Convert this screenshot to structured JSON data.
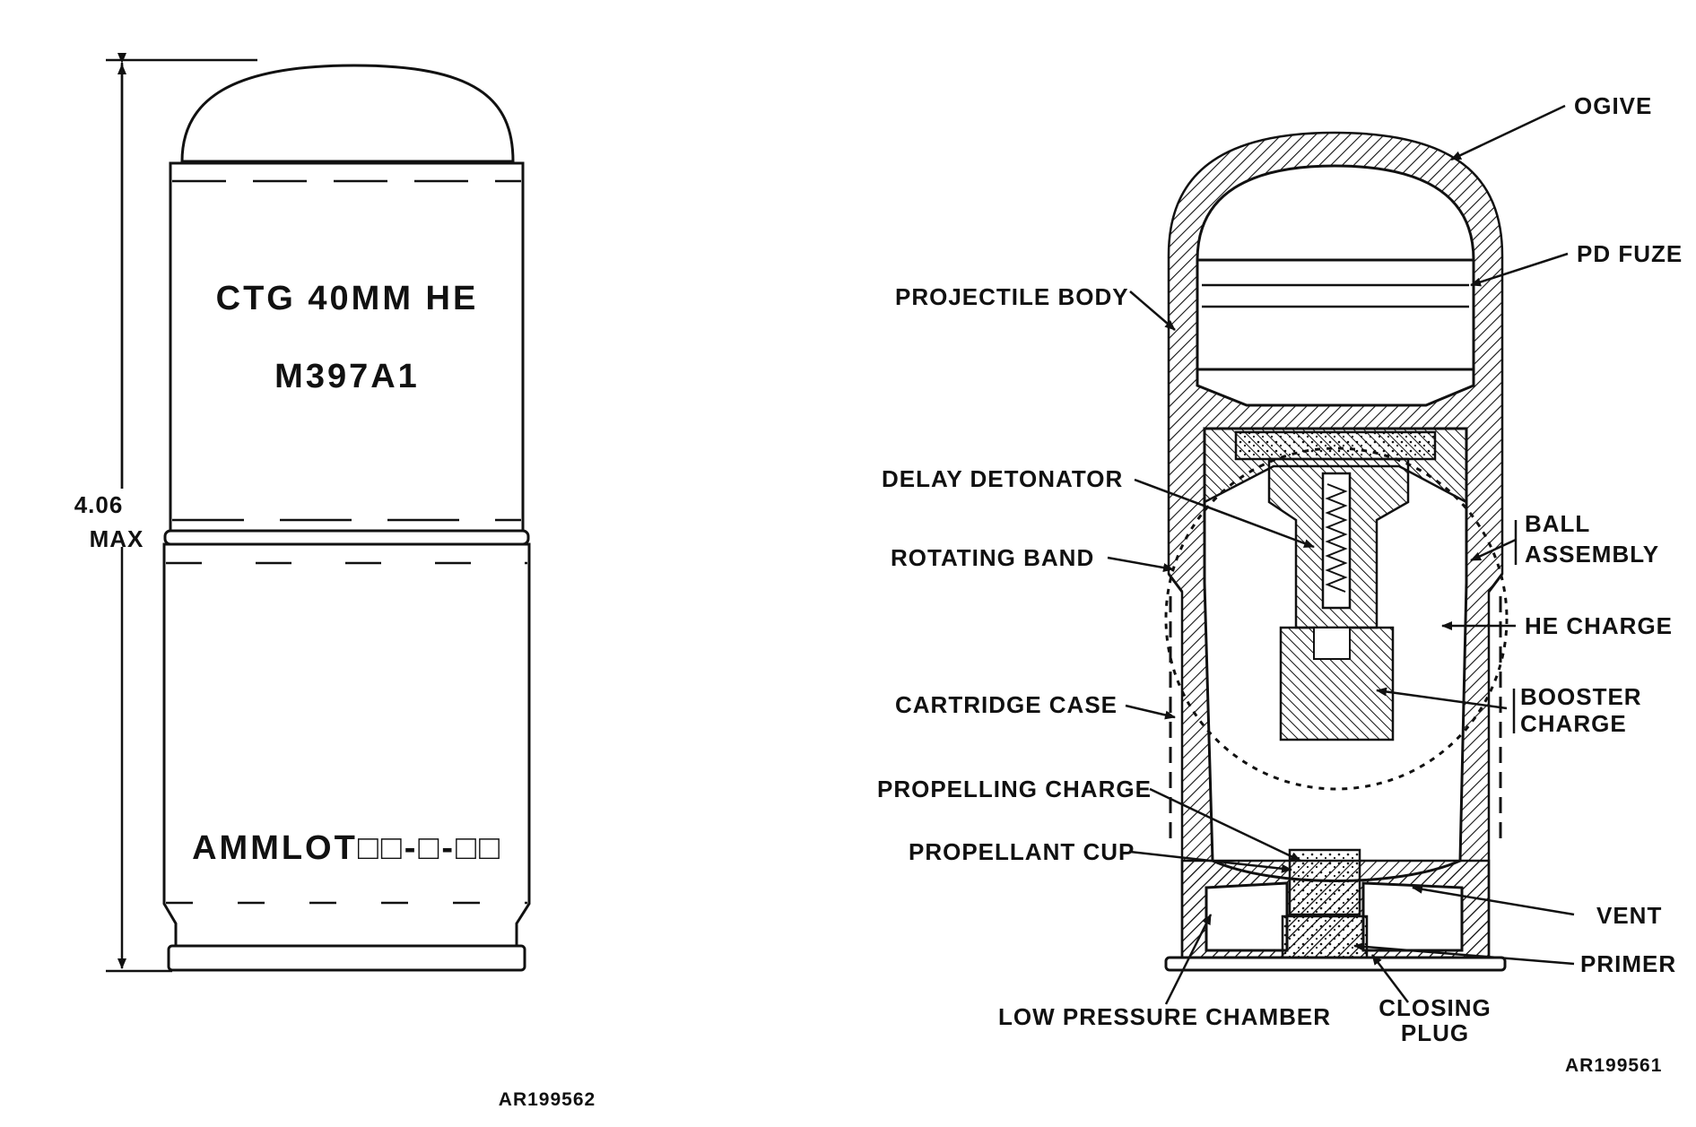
{
  "left_figure": {
    "cartridge_text_1": "CTG 40MM HE",
    "cartridge_text_2": "M397A1",
    "lot_text": "AMMLOT□□-□-□□",
    "dimension_value": "4.06",
    "dimension_qualifier": "MAX",
    "figure_ref": "AR199562"
  },
  "right_figure": {
    "labels": {
      "ogive": "OGIVE",
      "pd_fuze": "PD FUZE",
      "projectile_body": "PROJECTILE BODY",
      "delay_detonator": "DELAY DETONATOR",
      "ball_assembly_1": "BALL",
      "ball_assembly_2": "ASSEMBLY",
      "rotating_band": "ROTATING BAND",
      "he_charge": "HE CHARGE",
      "cartridge_case": "CARTRIDGE CASE",
      "booster_charge_1": "BOOSTER",
      "booster_charge_2": "CHARGE",
      "propelling_charge": "PROPELLING CHARGE",
      "propellant_cup": "PROPELLANT CUP",
      "vent": "VENT",
      "primer": "PRIMER",
      "low_pressure_chamber": "LOW PRESSURE CHAMBER",
      "closing_plug_1": "CLOSING",
      "closing_plug_2": "PLUG"
    },
    "figure_ref": "AR199561"
  }
}
